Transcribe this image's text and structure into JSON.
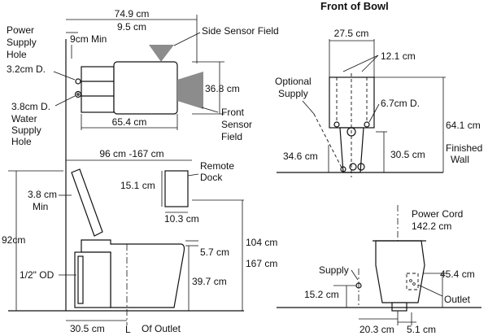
{
  "top_view": {
    "width_overall": "74.9 cm",
    "offset_power": "9.5 cm",
    "power_min": "9",
    "power_min_unit": "cm Min",
    "power_hole_l1": "Power",
    "power_hole_l2": "Supply",
    "power_hole_l3": "Hole",
    "power_hole_d": "3.2cm D.",
    "water_hole_d": "3.8cm D.",
    "water_hole_l1": "Water",
    "water_hole_l2": "Supply",
    "water_hole_l3": "Hole",
    "side_sensor": "Side Sensor Field",
    "depth": "36.8 cm",
    "front_sensor_l1": "Front",
    "front_sensor_l2": "Sensor",
    "front_sensor_l3": "Field",
    "tank_width": "65.4 cm"
  },
  "side_view": {
    "range": "96 cm -167 cm",
    "remote_l1": "Remote",
    "remote_l2": "Dock",
    "remote_h": "15.1 cm",
    "remote_w": "10.3 cm",
    "min_gap": "3.8 cm",
    "min_label": "Min",
    "height_total": "92cm",
    "od": "1/2\" OD",
    "rim_offset": "5.7 cm",
    "range_h1": "104 cm",
    "range_h2": "167 cm",
    "seat_h": "39.7 cm",
    "outlet_offset": "30.5 cm",
    "cl_outlet": "Of Outlet",
    "cl_symbol": "L"
  },
  "front_view": {
    "title": "Front of Bowl",
    "width": "27.5 cm",
    "spacing": "12.1 cm",
    "optional_l1": "Optional",
    "optional_l2": "Supply",
    "hole_d": "6.7cm D.",
    "height_total": "64.1 cm",
    "supply_h": "34.6 cm",
    "outlet_h": "30.5 cm",
    "finished_l1": "Finished",
    "finished_l2": "Wall"
  },
  "rear_view": {
    "power_cord": "Power Cord",
    "cord_h": "142.2 cm",
    "supply": "Supply",
    "outlet_h": "45.4 cm",
    "supply_h": "15.2 cm",
    "outlet": "Outlet",
    "off1": "20.3 cm",
    "off2": "5.1 cm"
  }
}
